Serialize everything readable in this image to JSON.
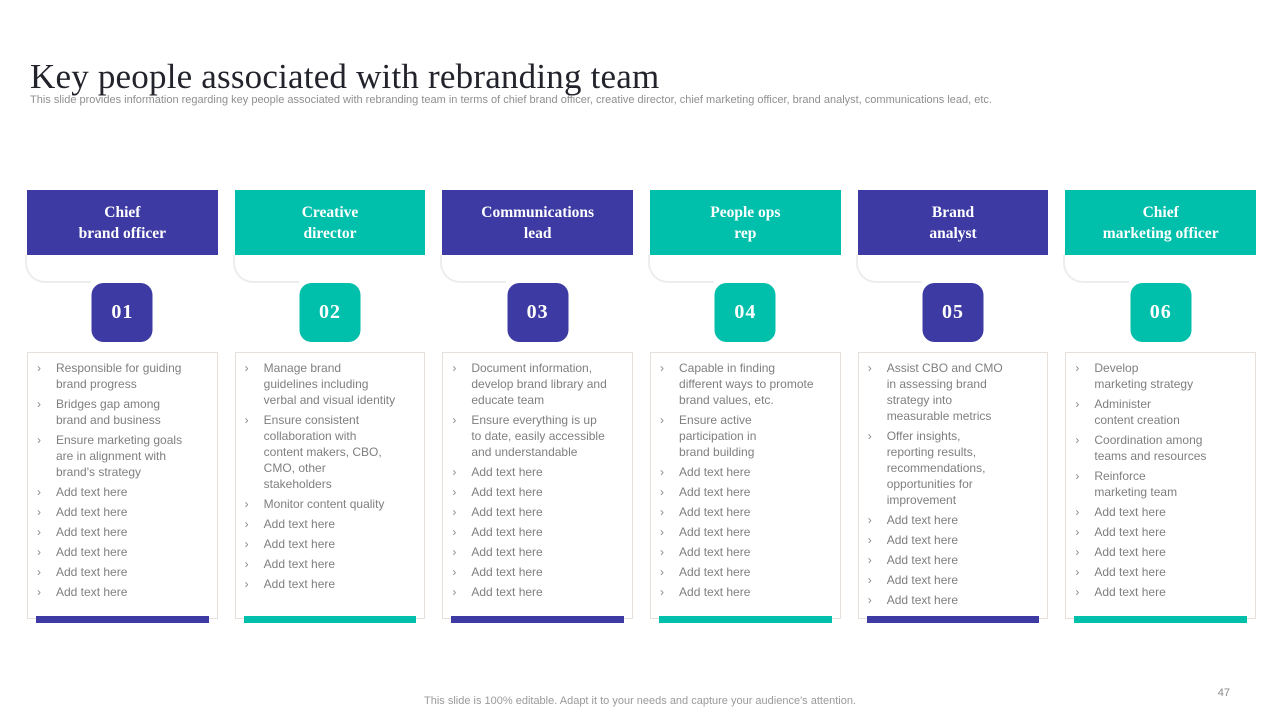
{
  "slide": {
    "title": "Key people associated with rebranding team",
    "subtitle": "This slide provides information regarding key people associated with rebranding team in terms of chief brand officer, creative director, chief marketing officer, brand analyst, communications lead, etc.",
    "footer_note": "This slide is 100% editable. Adapt it to your needs and capture your audience's attention.",
    "page_number": "47"
  },
  "colors": {
    "purple": "#3d3ba3",
    "teal": "#00bfab",
    "body_text": "#7f7f7f",
    "box_border": "#e7dfd9"
  },
  "bullet_glyph": "›",
  "columns": [
    {
      "title": "Chief\nbrand officer",
      "number": "01",
      "accent": "purple",
      "items": [
        "Responsible for guiding\nbrand progress",
        "Bridges gap among\nbrand and business",
        "Ensure marketing goals\nare in alignment with\nbrand's strategy",
        "Add text here",
        "Add text here",
        "Add text here",
        "Add text here",
        "Add text here",
        "Add text here"
      ]
    },
    {
      "title": "Creative\ndirector",
      "number": "02",
      "accent": "teal",
      "items": [
        "Manage brand\nguidelines including\nverbal and visual identity",
        "Ensure consistent\ncollaboration with\ncontent makers, CBO,\nCMO, other\nstakeholders",
        "Monitor content quality",
        "Add text here",
        "Add text here",
        "Add text here",
        "Add text here"
      ]
    },
    {
      "title": "Communications\nlead",
      "number": "03",
      "accent": "purple",
      "items": [
        "Document information,\ndevelop brand library and\neducate team",
        "Ensure everything is up\nto date, easily accessible\nand understandable",
        "Add text here",
        "Add text here",
        "Add text here",
        "Add text here",
        "Add text here",
        "Add text here",
        "Add text here"
      ]
    },
    {
      "title": "People ops\nrep",
      "number": "04",
      "accent": "teal",
      "items": [
        "Capable in finding\ndifferent ways to promote\nbrand values, etc.",
        "Ensure active\nparticipation in\nbrand building",
        "Add text here",
        "Add text here",
        "Add text here",
        "Add text here",
        "Add text here",
        "Add text here",
        "Add text here"
      ]
    },
    {
      "title": "Brand\nanalyst",
      "number": "05",
      "accent": "purple",
      "items": [
        "Assist CBO and CMO\nin assessing brand\nstrategy into\nmeasurable metrics",
        "Offer insights,\nreporting results,\nrecommendations,\nopportunities for\nimprovement",
        "Add text here",
        "Add text here",
        "Add text here",
        "Add text here",
        "Add text here"
      ]
    },
    {
      "title": "Chief\nmarketing officer",
      "number": "06",
      "accent": "teal",
      "items": [
        "Develop\nmarketing strategy",
        "Administer\ncontent creation",
        "Coordination among\nteams and resources",
        "Reinforce\nmarketing team",
        "Add text here",
        "Add text here",
        "Add text here",
        "Add text here",
        "Add text here"
      ]
    }
  ]
}
